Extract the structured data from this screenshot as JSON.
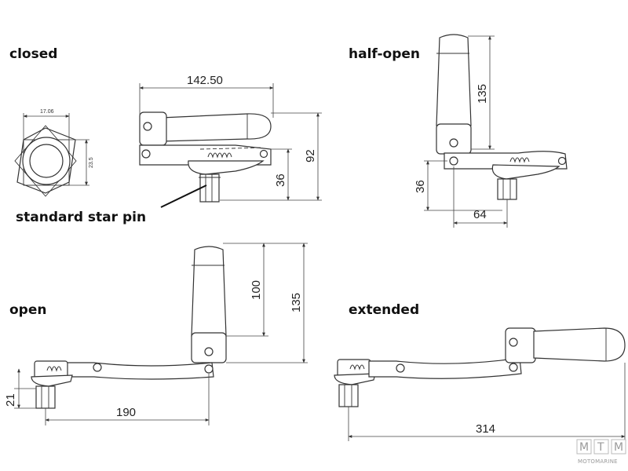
{
  "views": {
    "closed": "closed",
    "half_open": "half-open",
    "open": "open",
    "extended": "extended"
  },
  "callout": "standard star pin",
  "dimensions": {
    "star_width": "17.06",
    "star_height": "23.5",
    "closed_length": "142.50",
    "closed_height": "92",
    "closed_pin": "36",
    "half_open_handle": "135",
    "half_open_pin": "36",
    "half_open_offset": "64",
    "open_handle": "100",
    "open_height": "135",
    "open_pin": "21",
    "open_length": "190",
    "extended_length": "314"
  },
  "logo": {
    "letters": [
      "M",
      "T",
      "M"
    ],
    "subtitle": "MOTOMARINE"
  }
}
